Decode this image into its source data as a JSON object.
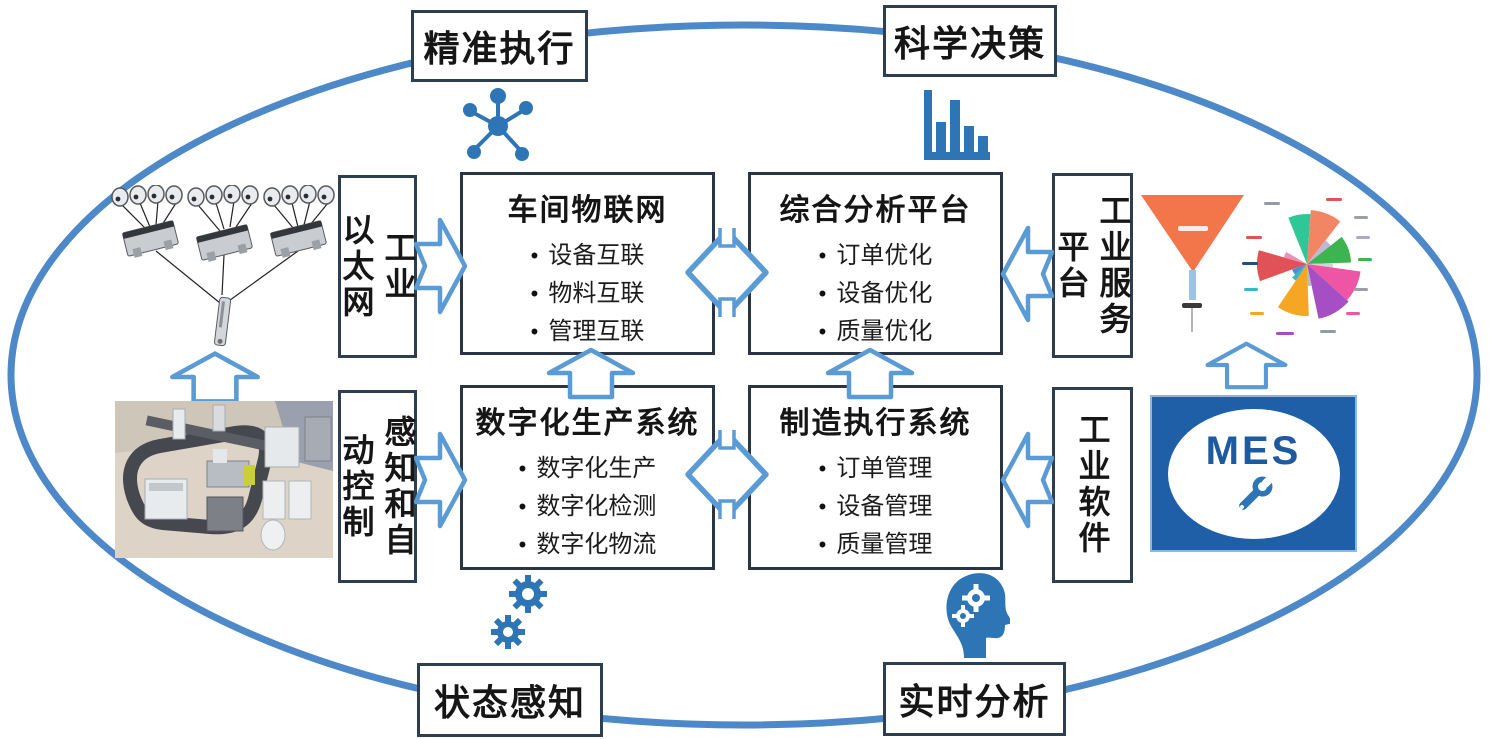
{
  "corner_labels": {
    "top_left": "精准执行",
    "top_right": "科学决策",
    "bottom_left": "状态感知",
    "bottom_right": "实时分析"
  },
  "main_boxes": [
    {
      "title": "车间物联网",
      "bullets": [
        "设备互联",
        "物料互联",
        "管理互联"
      ]
    },
    {
      "title": "综合分析平台",
      "bullets": [
        "订单优化",
        "设备优化",
        "质量优化"
      ]
    },
    {
      "title": "数字化生产系统",
      "bullets": [
        "数字化生产",
        "数字化检测",
        "数字化物流"
      ]
    },
    {
      "title": "制造执行系统",
      "bullets": [
        "订单管理",
        "设备管理",
        "质量管理"
      ]
    }
  ],
  "side_labels": [
    {
      "id": "industrial-ethernet",
      "columns": [
        "工业",
        "以太网"
      ]
    },
    {
      "id": "perception-auto-control",
      "columns": [
        "感知和自",
        "动控制"
      ]
    },
    {
      "id": "industrial-service-platform",
      "columns": [
        "工业服务",
        "平台"
      ]
    },
    {
      "id": "industrial-software",
      "columns": [
        "工业软件",
        ""
      ]
    }
  ],
  "mes_logo_text": "MES",
  "icons": {
    "top_left": "network-molecule-icon",
    "top_right": "bar-chart-icon",
    "bottom_left": "gears-icon",
    "bottom_right": "head-gears-icon",
    "left_top_image": "sensor-network-image",
    "left_bottom_image": "factory-floor-image",
    "right_top_images": "funnel-chart-image / rose-pie-chart-image",
    "right_bottom_image": "mes-logo"
  },
  "colors": {
    "arrow_blue": "#5b9bd5",
    "ellipse_blue": "#4d89c8",
    "icon_blue": "#2e75b6",
    "box_border": "#2b3442",
    "mes_blue": "#1f5fa8",
    "funnel_orange": "#f2764a"
  }
}
